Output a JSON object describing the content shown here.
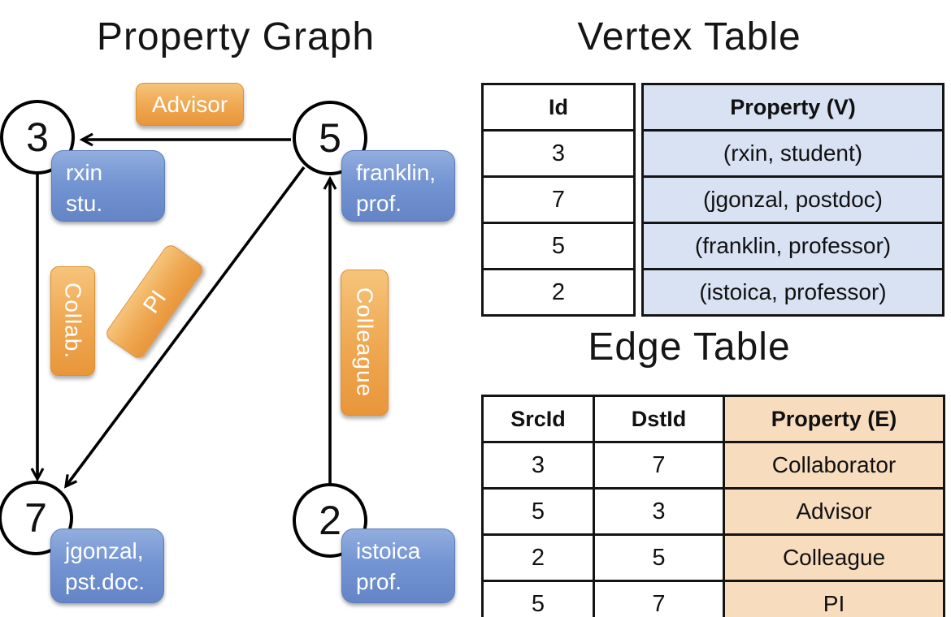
{
  "colors": {
    "edge_label_orange": "#efa953",
    "node_label_blue": "#7495d2",
    "vertex_property_fill": "#d9e2f3",
    "edge_property_fill": "#f7dcbe",
    "line_black": "#000000"
  },
  "graph": {
    "title": "Property Graph",
    "nodes": [
      {
        "id": "3",
        "line1": "rxin",
        "line2": "stu."
      },
      {
        "id": "5",
        "line1": "franklin,",
        "line2": "prof."
      },
      {
        "id": "7",
        "line1": "jgonzal,",
        "line2": "pst.doc."
      },
      {
        "id": "2",
        "line1": "istoica",
        "line2": "prof."
      }
    ],
    "edges": [
      {
        "label": "Advisor",
        "src": "5",
        "dst": "3"
      },
      {
        "label": "Collab.",
        "src": "3",
        "dst": "7"
      },
      {
        "label": "PI",
        "src": "5",
        "dst": "7"
      },
      {
        "label": "Colleague",
        "src": "2",
        "dst": "5"
      }
    ]
  },
  "vertex_table": {
    "title": "Vertex Table",
    "headers": [
      "Id",
      "Property (V)"
    ],
    "rows": [
      [
        "3",
        "(rxin, student)"
      ],
      [
        "7",
        "(jgonzal, postdoc)"
      ],
      [
        "5",
        "(franklin, professor)"
      ],
      [
        "2",
        "(istoica, professor)"
      ]
    ]
  },
  "edge_table": {
    "title": "Edge Table",
    "headers": [
      "SrcId",
      "DstId",
      "Property (E)"
    ],
    "rows": [
      [
        "3",
        "7",
        "Collaborator"
      ],
      [
        "5",
        "3",
        "Advisor"
      ],
      [
        "2",
        "5",
        "Colleague"
      ],
      [
        "5",
        "7",
        "PI"
      ]
    ]
  }
}
